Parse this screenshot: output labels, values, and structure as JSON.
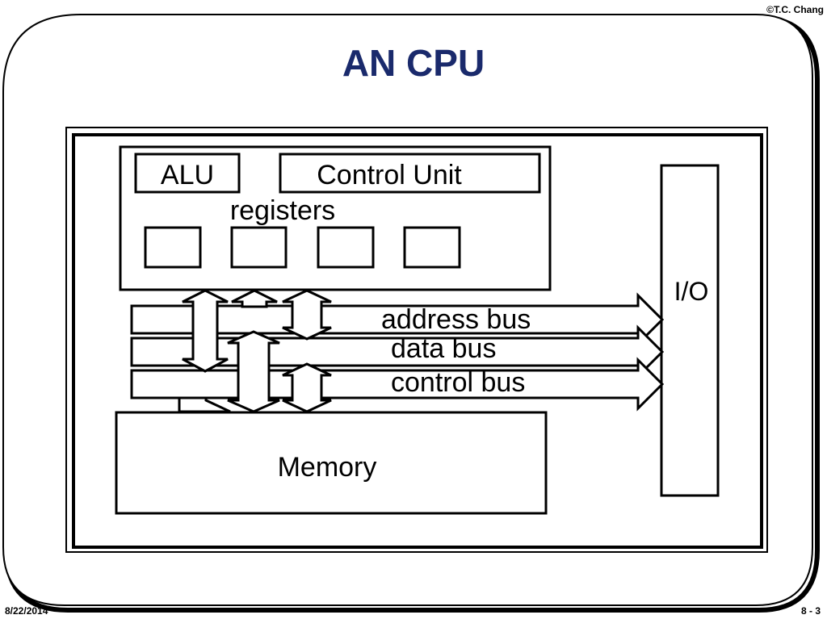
{
  "header": {
    "copyright": "©T.C. Chang",
    "title": "AN CPU"
  },
  "footer": {
    "date": "8/22/2014",
    "slide_number": "8 - 3"
  },
  "diagram": {
    "alu_label": "ALU",
    "control_unit_label": "Control Unit",
    "registers_label": "registers",
    "io_label": "I/O",
    "memory_label": "Memory",
    "buses": [
      {
        "label": "address bus"
      },
      {
        "label": "data bus"
      },
      {
        "label": "control bus"
      }
    ]
  },
  "colors": {
    "title": "#1a2a6c",
    "lines": "#000000",
    "frame_shadow": "#000000"
  }
}
